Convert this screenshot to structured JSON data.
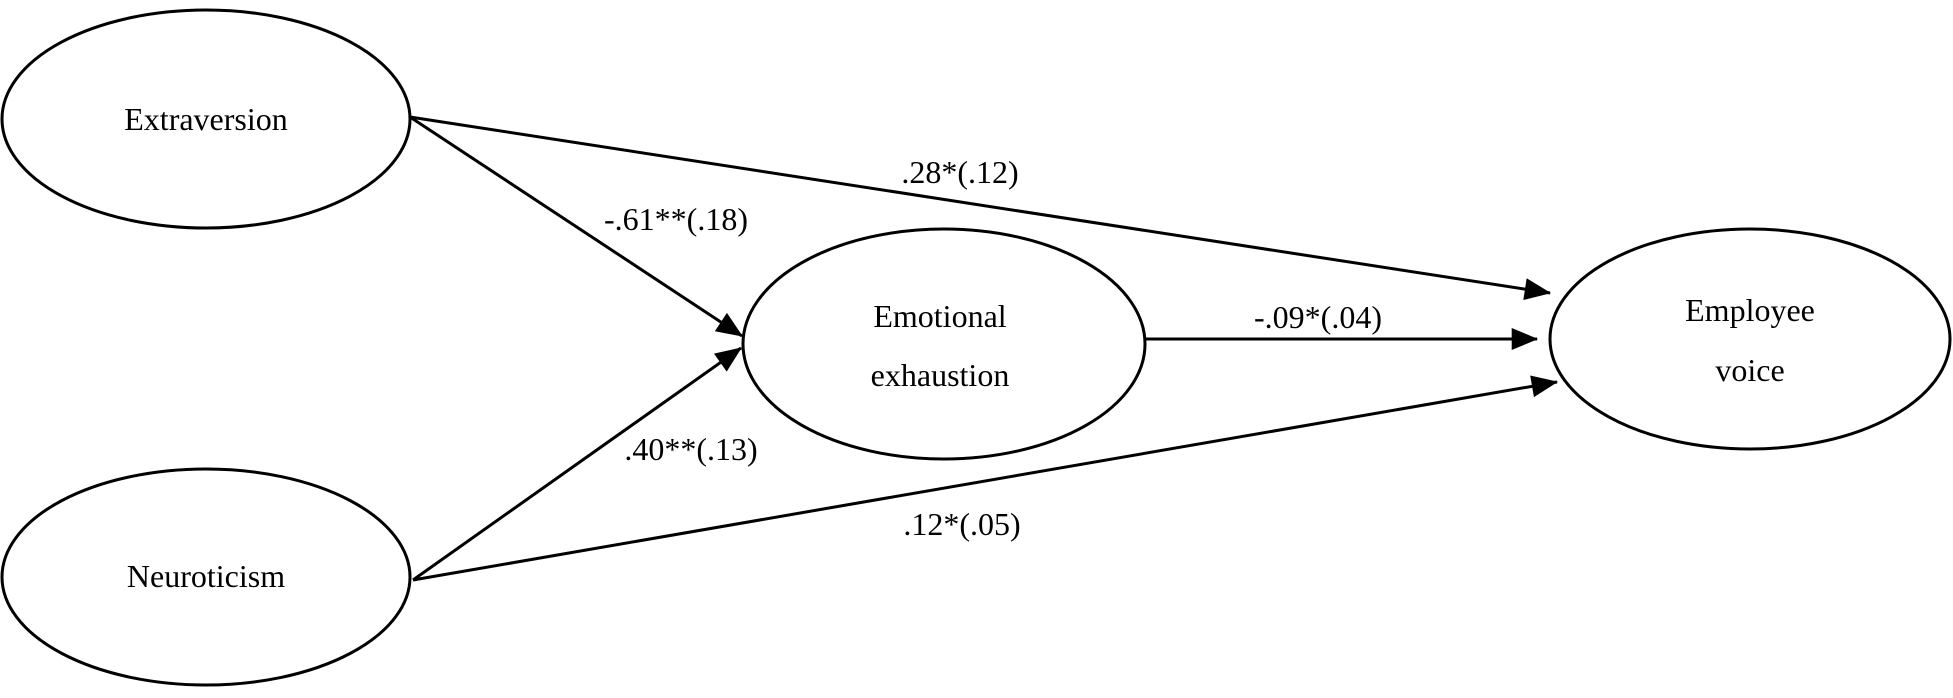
{
  "nodes": {
    "extraversion": {
      "lines": [
        "Extraversion"
      ]
    },
    "neuroticism": {
      "lines": [
        "Neuroticism"
      ]
    },
    "emotional_exhaustion": {
      "lines": [
        "Emotional",
        "exhaustion"
      ]
    },
    "employee_voice": {
      "lines": [
        "Employee",
        "voice"
      ]
    }
  },
  "edges": {
    "extraversion_to_voice": {
      "from": "Extraversion",
      "to": "Employee voice",
      "label": ".28*(.12)"
    },
    "extraversion_to_exhaustion": {
      "from": "Extraversion",
      "to": "Emotional exhaustion",
      "label": "-.61**(.18)"
    },
    "exhaustion_to_voice": {
      "from": "Emotional exhaustion",
      "to": "Employee voice",
      "label": "-.09*(.04)"
    },
    "neuroticism_to_exhaustion": {
      "from": "Neuroticism",
      "to": "Emotional exhaustion",
      "label": ".40**(.13)"
    },
    "neuroticism_to_voice": {
      "from": "Neuroticism",
      "to": "Employee voice",
      "label": ".12*(.05)"
    }
  },
  "colors": {
    "stroke": "#000000",
    "background": "#ffffff"
  }
}
